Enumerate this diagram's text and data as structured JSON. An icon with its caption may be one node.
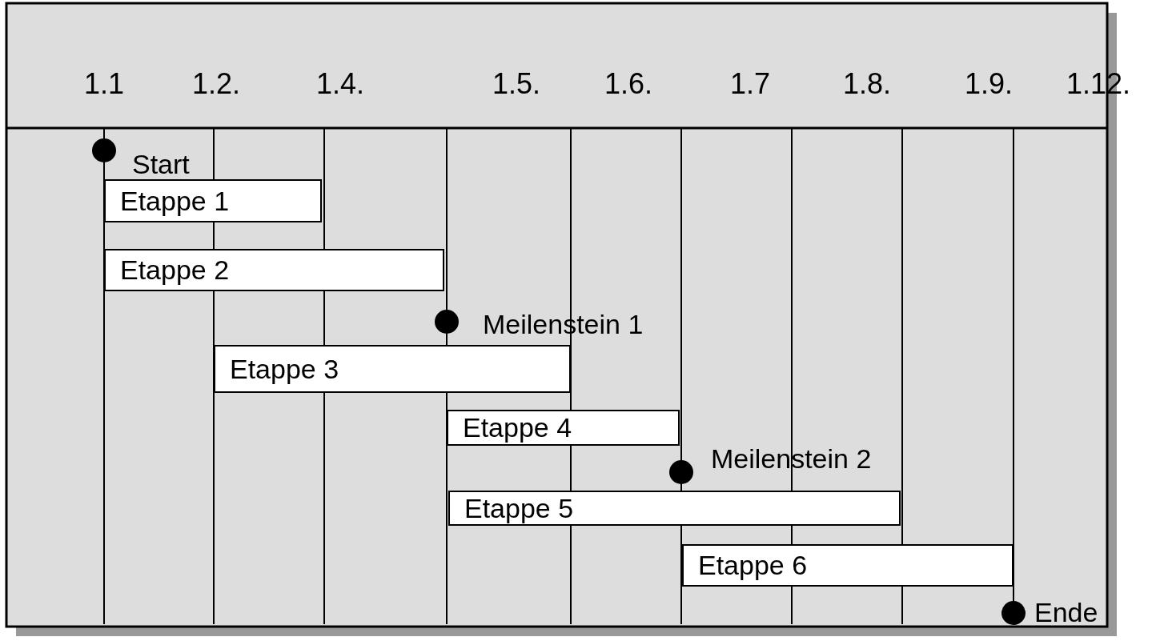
{
  "diagram": {
    "nodes": [
      {
        "text": [],
        "shape": "circle",
        "beside": [
          "Start"
        ]
      },
      {
        "text": [
          "Etappe 1"
        ]
      },
      {
        "text": [
          "Etappe 2"
        ]
      },
      {
        "text": [],
        "shape": "circle",
        "beside": [
          "Meilenstein 1"
        ]
      },
      {
        "text": [
          "Etappe 3"
        ]
      },
      {
        "text": [
          "Etappe 4"
        ]
      },
      {
        "text": [],
        "shape": "circle",
        "beside": [
          "Meilenstein 2"
        ]
      },
      {
        "text": [
          "Etappe 5"
        ]
      },
      {
        "text": [
          "Etappe 6"
        ]
      },
      {
        "text": [],
        "shape": "circle",
        "beside": [
          "Ende"
        ]
      }
    ],
    "labels": [
      "1.1",
      "1.2.",
      "1.4.",
      "1.5.",
      "1.6.",
      "1.7",
      "1.8.",
      "1.9.",
      "1.12."
    ]
  }
}
